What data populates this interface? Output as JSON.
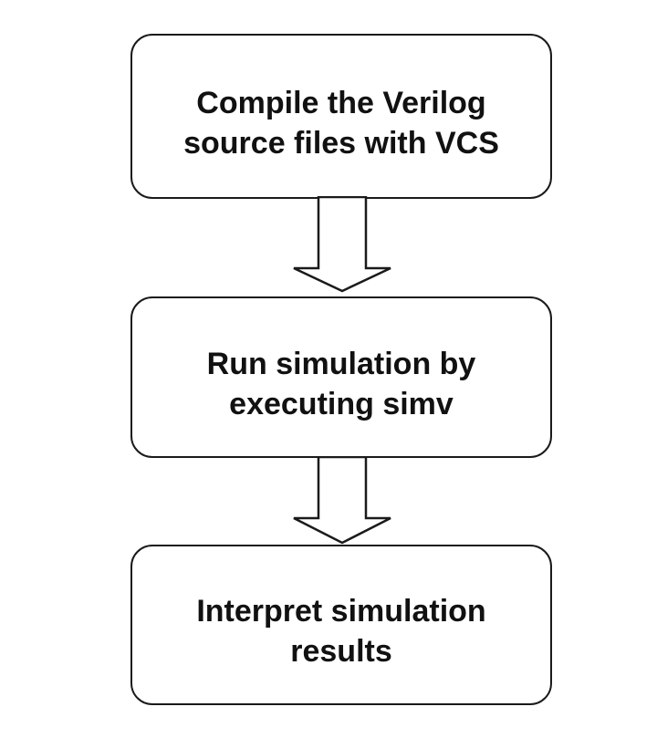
{
  "colors": {
    "background": "#ffffff",
    "node_fill": "#ffffff",
    "node_border": "#1a1a1a",
    "text": "#111111"
  },
  "flowchart": {
    "type": "vertical-process-flow",
    "nodes": [
      {
        "id": "compile",
        "lines": [
          "Compile the Verilog",
          "source files with VCS"
        ]
      },
      {
        "id": "run",
        "lines": [
          "Run simulation by",
          "executing simv"
        ]
      },
      {
        "id": "interpret",
        "lines": [
          "Interpret simulation",
          "results"
        ]
      }
    ],
    "connectors": [
      {
        "from": "compile",
        "to": "run",
        "shape": "hollow-block-arrow",
        "direction": "down"
      },
      {
        "from": "run",
        "to": "interpret",
        "shape": "hollow-block-arrow",
        "direction": "down"
      }
    ]
  }
}
